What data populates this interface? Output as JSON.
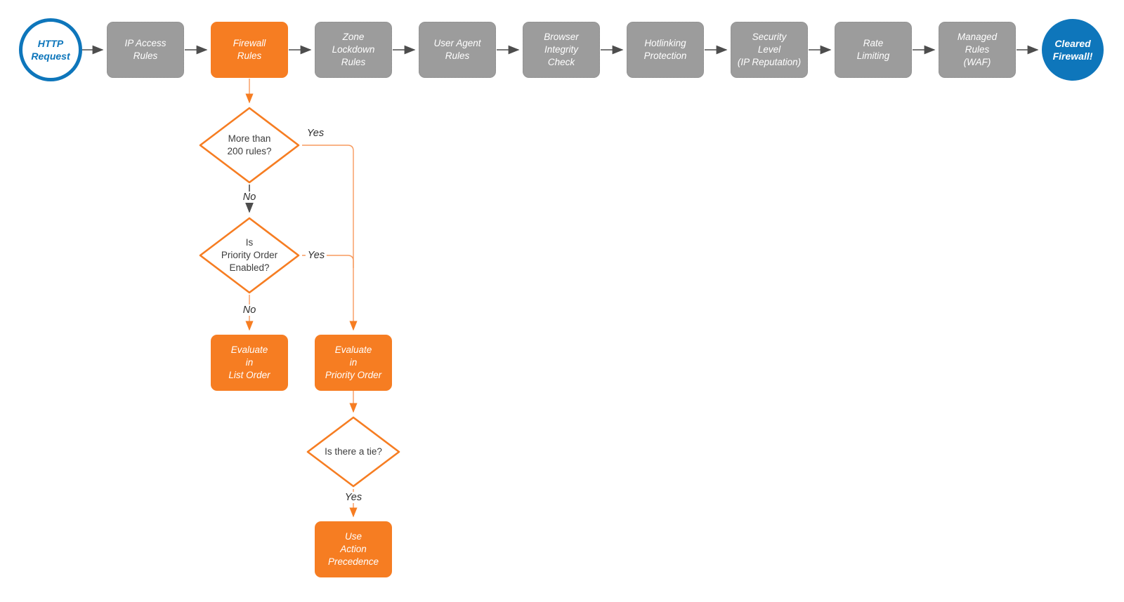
{
  "colors": {
    "accent_orange": "#f67d22",
    "stage_gray": "#9c9c9c",
    "brand_blue": "#0e76bb",
    "arrow_gray": "#4d4d4d"
  },
  "flow": {
    "start": {
      "label": "HTTP\nRequest"
    },
    "end": {
      "label": "Cleared\nFirewall!"
    },
    "stages": [
      {
        "label": "IP Access\nRules"
      },
      {
        "label": "Firewall\nRules"
      },
      {
        "label": "Zone\nLockdown\nRules"
      },
      {
        "label": "User Agent\nRules"
      },
      {
        "label": "Browser\nIntegrity\nCheck"
      },
      {
        "label": "Hotlinking\nProtection"
      },
      {
        "label": "Security\nLevel\n(IP Reputation)"
      },
      {
        "label": "Rate\nLimiting"
      },
      {
        "label": "Managed\nRules\n(WAF)"
      }
    ],
    "decisions": [
      {
        "label": "More than\n200 rules?",
        "yes": "Yes",
        "no": "No"
      },
      {
        "label": "Is\nPriority Order\nEnabled?",
        "yes": "Yes",
        "no": "No"
      },
      {
        "label": "Is there a tie?",
        "yes": "Yes"
      }
    ],
    "actions": [
      {
        "label": "Evaluate\nin\nList Order"
      },
      {
        "label": "Evaluate\nin\nPriority Order"
      },
      {
        "label": "Use\nAction\nPrecedence"
      }
    ]
  }
}
